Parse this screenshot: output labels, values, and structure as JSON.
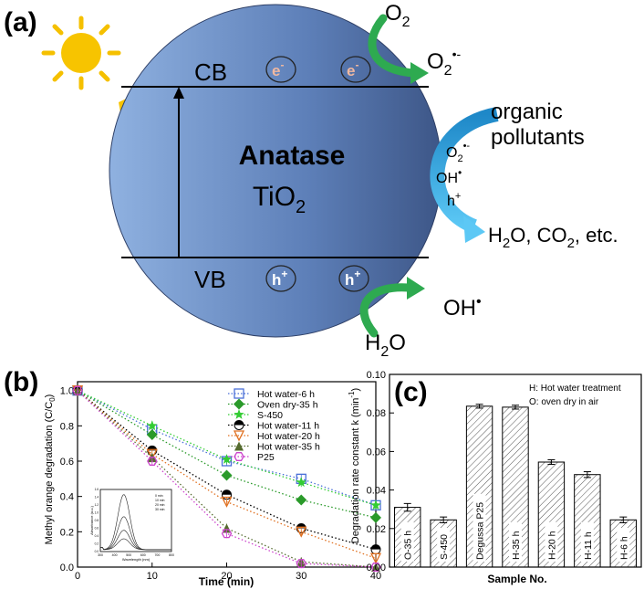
{
  "panel_a": {
    "label": "(a)",
    "cb": "CB",
    "vb": "VB",
    "electron": "e",
    "hole": "h",
    "center_line1": "Anatase",
    "center_line2": "TiO",
    "center_sub": "2",
    "o2": "O",
    "o2_sub": "2",
    "o2_radical": "O",
    "o2_radical_sub": "2",
    "o2_radical_sup": "•-",
    "organic1": "organic",
    "organic2": "pollutants",
    "react_o2": "O",
    "react_o2_sub": "2",
    "react_o2_sup": "•-",
    "react_oh": "OH",
    "react_oh_sup": "•",
    "react_h": "h",
    "react_h_sup": "+",
    "products": "H",
    "products_sub": "2",
    "products_rest1": "O, CO",
    "products_sub2": "2",
    "products_rest2": ", etc.",
    "oh": "OH",
    "oh_sup": "•",
    "h2o": "H",
    "h2o_sub": "2",
    "h2o_rest": "O"
  },
  "panel_b": {
    "label": "(b)",
    "inset_curves": [
      "0 min",
      "10 min",
      "20 min",
      "30 min"
    ]
  },
  "panel_c": {
    "label": "(c)",
    "note1": "H: Hot water treatment",
    "note2": "O: oven dry in air"
  },
  "chart_data": [
    {
      "type": "line",
      "xlabel": "Time (min)",
      "ylabel": "Methyl orange degradation (C/C",
      "ylabel_sub": "0",
      "ylabel_end": ")",
      "xlim": [
        0,
        40
      ],
      "ylim": [
        0,
        1.05
      ],
      "x_ticks": [
        0,
        10,
        20,
        30,
        40
      ],
      "y_ticks": [
        0.0,
        0.2,
        0.4,
        0.6,
        0.8,
        1.0
      ],
      "x": [
        0,
        10,
        20,
        30,
        40
      ],
      "series": [
        {
          "name": "Hot water-6 h",
          "values": [
            1.0,
            0.78,
            0.6,
            0.5,
            0.35
          ],
          "color": "#4a6fd8",
          "marker": "square-open"
        },
        {
          "name": "Oven  dry-35 h",
          "values": [
            1.0,
            0.75,
            0.52,
            0.38,
            0.28
          ],
          "color": "#2a9a2a",
          "marker": "diamond"
        },
        {
          "name": "S-450",
          "values": [
            1.0,
            0.8,
            0.61,
            0.48,
            0.35
          ],
          "color": "#33cc33",
          "marker": "star"
        },
        {
          "name": "Hot water-11 h",
          "values": [
            1.0,
            0.66,
            0.41,
            0.22,
            0.1
          ],
          "color": "#000000",
          "marker": "circle-half"
        },
        {
          "name": "Hot water-20 h",
          "values": [
            1.0,
            0.64,
            0.37,
            0.2,
            0.05
          ],
          "color": "#e07020",
          "marker": "triangle-down-open"
        },
        {
          "name": "Hot water-35 h",
          "values": [
            1.0,
            0.62,
            0.22,
            0.03,
            0.0
          ],
          "color": "#556b2f",
          "marker": "triangle"
        },
        {
          "name": "P25",
          "values": [
            1.0,
            0.6,
            0.19,
            0.02,
            0.0
          ],
          "color": "#cc44cc",
          "marker": "hexagon-open"
        }
      ],
      "legend": "top-right",
      "inset": {
        "xlabel": "Wavelength (nm)",
        "ylabel": "Absorbance (a.u.)",
        "x_ticks": [
          300,
          400,
          500,
          600,
          700,
          800
        ],
        "y_ticks": [
          0.0,
          0.2,
          0.4,
          0.6,
          0.8,
          1.0,
          1.2,
          1.4,
          1.6
        ]
      }
    },
    {
      "type": "bar",
      "xlabel": "Sample No.",
      "ylabel": "Degradation rate constant k (min",
      "ylabel_sup": "-1",
      "ylabel_end": ")",
      "ylim": [
        0,
        0.1
      ],
      "y_ticks": [
        "0.00",
        "0.02",
        "0.04",
        "0.06",
        "0.08",
        "0.10"
      ],
      "categories": [
        "O-35 h",
        "S-450",
        "Degussa P25",
        "H-35 h",
        "H-20 h",
        "H-11 h",
        "H-6 h"
      ],
      "values": [
        0.031,
        0.0245,
        0.0835,
        0.083,
        0.0545,
        0.048,
        0.0245
      ],
      "errors": [
        0.002,
        0.0015,
        0.001,
        0.001,
        0.0012,
        0.0015,
        0.0015
      ]
    }
  ]
}
